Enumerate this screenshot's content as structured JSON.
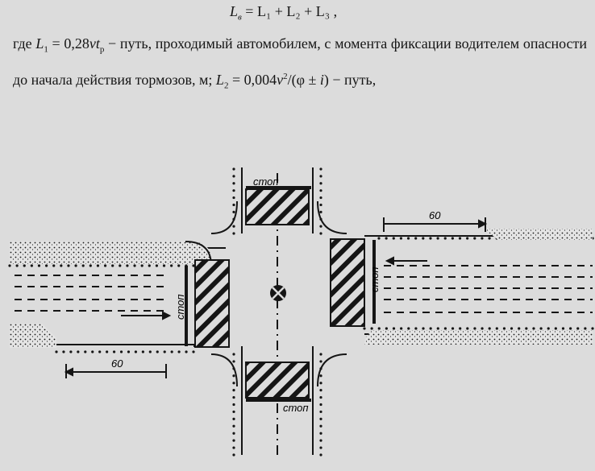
{
  "formula": {
    "lhs": "L",
    "lhs_sub": "в",
    "rhs": "= L₁ + L₂ + L₃ ,"
  },
  "paragraph": {
    "part1": "где ",
    "l1_sym": "L",
    "l1_sub": "1",
    "l1_expr": " = 0,28",
    "l1_v": "vt",
    "l1_v_sub": "р",
    "l1_desc": " − путь, проходимый автомобилем, с момента фиксации водителем опасности до начала действия тормозов, м; ",
    "l2_sym": "L",
    "l2_sub": "2",
    "l2_expr": " = 0,004",
    "l2_v": "v",
    "l2_sup": "2",
    "l2_denom": "/(φ ± ",
    "l2_i": "i",
    "l2_tail": ") − путь,"
  },
  "diagram": {
    "stop_label": "стоп",
    "distance_label": "60"
  },
  "colors": {
    "paper": "#dcdcdc",
    "ink": "#151515",
    "bleed": "#b8b8b8"
  },
  "icons": {
    "traffic_signal": "circle-cross-icon"
  }
}
